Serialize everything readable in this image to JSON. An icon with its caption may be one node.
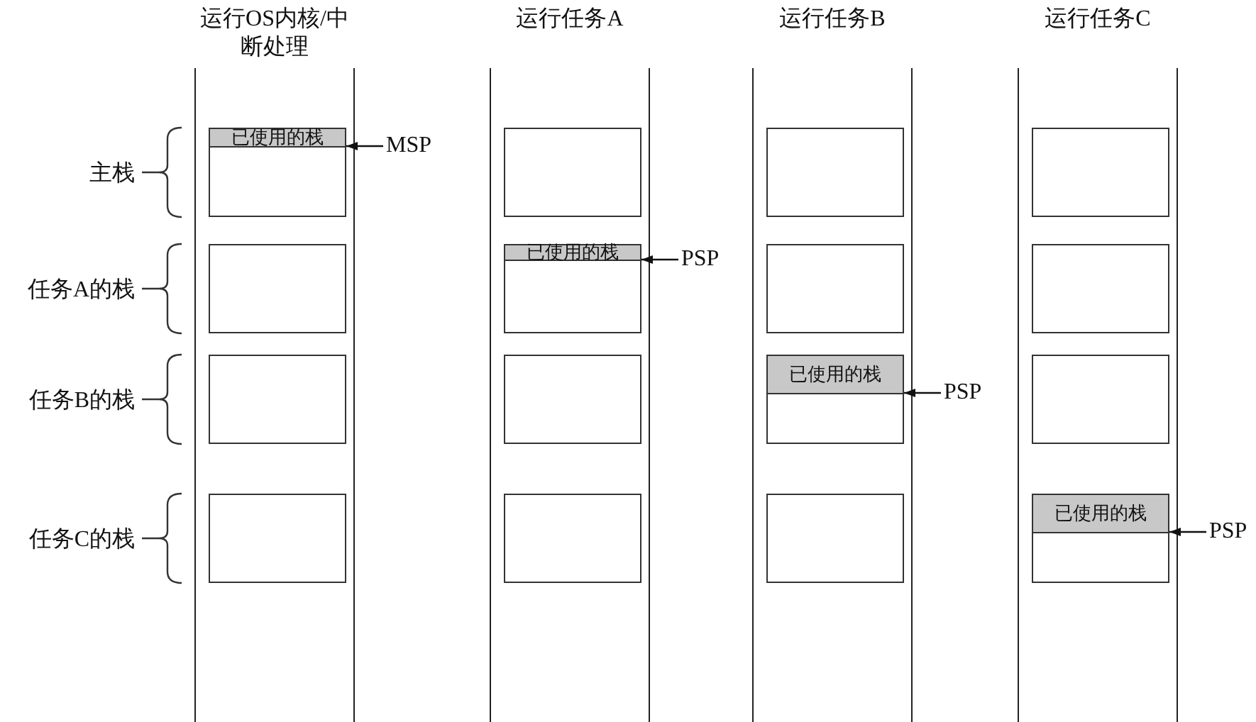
{
  "diagram": {
    "nodes": [
      {
        "text": [
          "运行OS内核/中断处理"
        ]
      },
      {
        "text": [],
        "shape": "box",
        "in": 0
      },
      {
        "text": [],
        "shape": "box",
        "in": 0
      },
      {
        "text": [],
        "shape": "box",
        "in": 0
      },
      {
        "text": [],
        "shape": "box",
        "in": 0
      },
      {
        "text": [
          "已使用的栈"
        ],
        "in": 1
      },
      {
        "text": [
          "MSP"
        ]
      },
      {
        "text": [
          "运行任务A"
        ]
      },
      {
        "text": [],
        "shape": "box",
        "in": 7
      },
      {
        "text": [],
        "shape": "box",
        "in": 7
      },
      {
        "text": [],
        "shape": "box",
        "in": 7
      },
      {
        "text": [],
        "shape": "box",
        "in": 7
      },
      {
        "text": [
          "已使用的栈"
        ],
        "in": 9
      },
      {
        "text": [
          "PSP"
        ]
      },
      {
        "text": [
          "运行任务B"
        ]
      },
      {
        "text": [],
        "shape": "box",
        "in": 14
      },
      {
        "text": [],
        "shape": "box",
        "in": 14
      },
      {
        "text": [],
        "shape": "box",
        "in": 14
      },
      {
        "text": [],
        "shape": "box",
        "in": 14
      },
      {
        "text": [
          "已使用的栈"
        ],
        "in": 17
      },
      {
        "text": [
          "PSP"
        ]
      },
      {
        "text": [
          "运行任务C"
        ]
      },
      {
        "text": [],
        "shape": "box",
        "in": 21
      },
      {
        "text": [],
        "shape": "box",
        "in": 21
      },
      {
        "text": [],
        "shape": "box",
        "in": 21
      },
      {
        "text": [],
        "shape": "box",
        "in": 21
      },
      {
        "text": [
          "已使用的栈"
        ],
        "in": 25
      },
      {
        "text": [
          "PSP"
        ]
      }
    ],
    "edges": [
      {
        "from": 6,
        "to": 5,
        "arrow": "to"
      },
      {
        "from": 13,
        "to": 12,
        "arrow": "to"
      },
      {
        "from": 20,
        "to": 19,
        "arrow": "to"
      },
      {
        "from": 27,
        "to": 26,
        "arrow": "to"
      }
    ],
    "labels": [
      "主栈",
      "任务A的栈",
      "任务B的栈",
      "任务C的栈"
    ]
  }
}
